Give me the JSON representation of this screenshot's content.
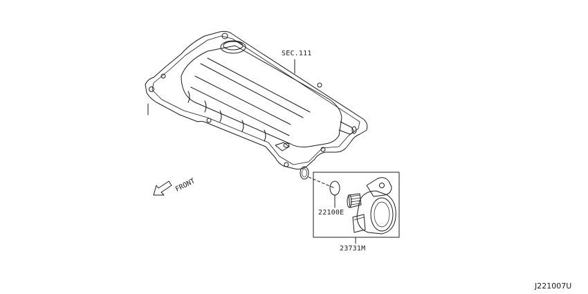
{
  "labels": {
    "section_ref": "SEC.111",
    "front": "FRONT",
    "part_gasket": "22100E",
    "part_sensor": "23731M"
  },
  "diagram_code": "J221007U",
  "colors": {
    "line": "#1a1a1a",
    "background": "#ffffff"
  }
}
